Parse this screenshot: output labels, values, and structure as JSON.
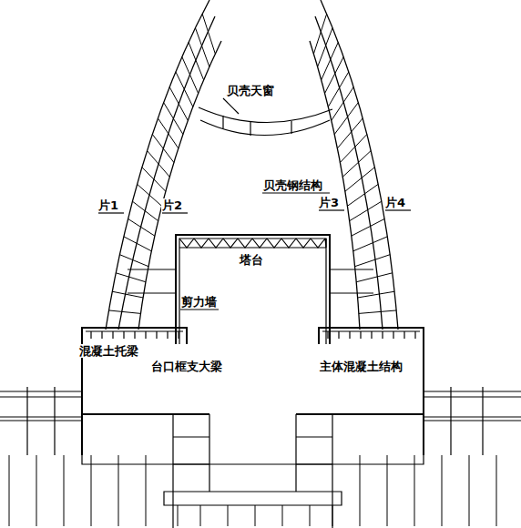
{
  "diagram": {
    "labels": [
      "贝壳天窗",
      "片1",
      "片2",
      "贝壳钢结构",
      "片3",
      "片4",
      "塔台",
      "剪力墙",
      "混凝土托梁",
      "台口框支大梁",
      "主体混凝土结构"
    ]
  }
}
